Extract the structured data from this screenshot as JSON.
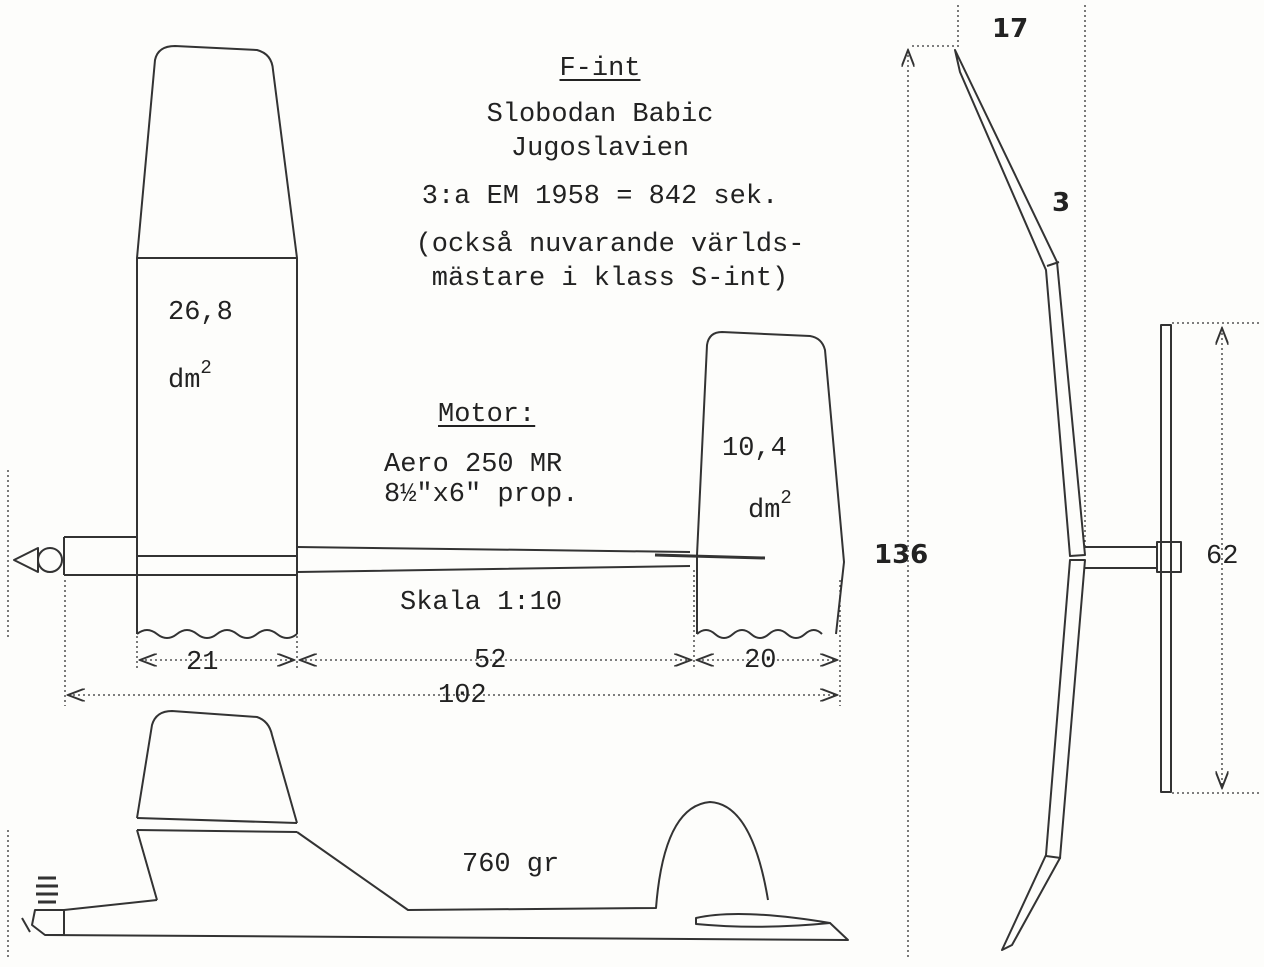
{
  "labels": {
    "class_title": "F-int",
    "designer": "Slobodan  Babic",
    "country": "Jugoslavien",
    "result": "3:a EM 1958 = 842 sek.",
    "note_line1": "(också nuvarande världs-",
    "note_line2": "mästare i klass  S-int)",
    "wing_area": "26,8",
    "area_unit": "dm",
    "area_exp": "2",
    "motor_heading": "Motor:",
    "motor": "Aero  250 MR",
    "prop": "8½\"x6\" prop.",
    "stab_area": "10,4",
    "scale": "Skala 1:10",
    "weight": "760 gr"
  },
  "dimensions": {
    "wing_chord": "21",
    "boom": "52",
    "stab_chord": "20",
    "length": "102",
    "tip_dihedral": "17",
    "center_dihedral": "3",
    "span": "136",
    "stab_span": "62"
  }
}
